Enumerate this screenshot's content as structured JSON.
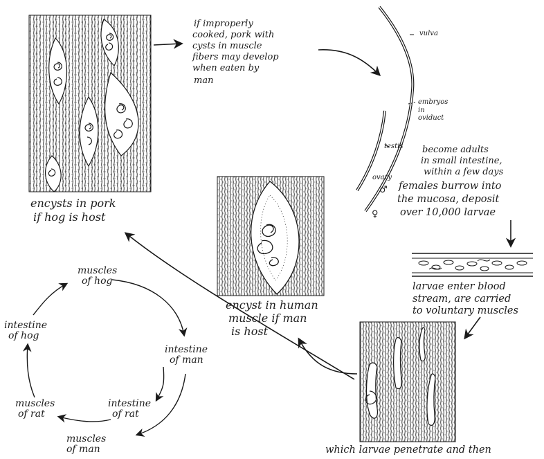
{
  "labels": {
    "pork_caption_line1": "encysts in pork",
    "pork_caption_line2": "if hog is host",
    "improper_line1": "if improperly",
    "improper_line2": "cooked, pork with",
    "improper_line3": "cysts in muscle",
    "improper_line4": "fibers may develop",
    "improper_line5": "when eaten by",
    "improper_line6": "man",
    "vulva": "vulva",
    "embryos_line1": "embryos",
    "embryos_line2": "in",
    "embryos_line3": "oviduct",
    "testis": "testis",
    "ovary": "ovary",
    "male_symbol": "♂",
    "female_symbol": "♀",
    "adults_line1": "become adults",
    "adults_line2": "in small intestine,",
    "adults_line3": "within a few days",
    "females_line1": "females burrow into",
    "females_line2": "the mucosa, deposit",
    "females_line3": "over 10,000 larvae",
    "blood_line1": "larvae enter blood",
    "blood_line2": "stream, are carried",
    "blood_line3": "to voluntary muscles",
    "human_line1": "encyst in human",
    "human_line2": "muscle if man",
    "human_line3": "is host",
    "penetrate": "which larvae penetrate and then"
  },
  "cycle": {
    "muscles_of_hog_line1": "muscles",
    "muscles_of_hog_line2": "of hog",
    "intestine_of_man_line1": "intestine",
    "intestine_of_man_line2": "of man",
    "intestine_of_rat_line1": "intestine",
    "intestine_of_rat_line2": "of rat",
    "muscles_of_man_line1": "muscles",
    "muscles_of_man_line2": "of man",
    "muscles_of_rat_line1": "muscles",
    "muscles_of_rat_line2": "of rat",
    "intestine_of_hog_line1": "intestine",
    "intestine_of_hog_line2": "of hog"
  }
}
